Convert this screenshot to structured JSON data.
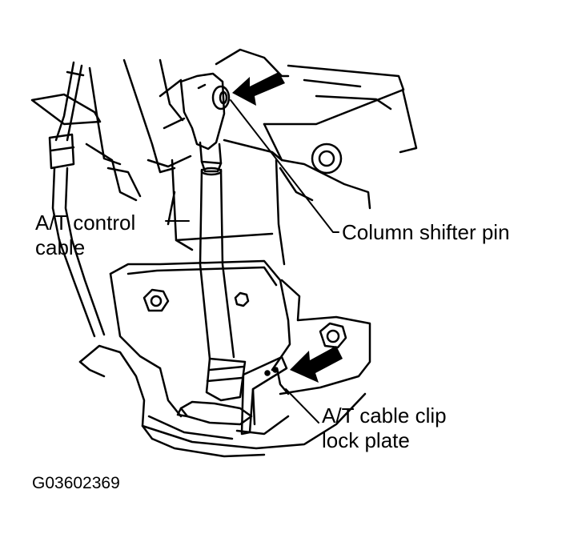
{
  "labels": {
    "at_control_cable": {
      "line1": "A/T control",
      "line2": "cable"
    },
    "column_shifter_pin": "Column shifter pin",
    "at_cable_clip_lock_plate": {
      "line1": "A/T cable clip",
      "line2": "lock plate"
    }
  },
  "figure_code": "G03602369",
  "colors": {
    "ink": "#000000",
    "background": "#ffffff"
  }
}
